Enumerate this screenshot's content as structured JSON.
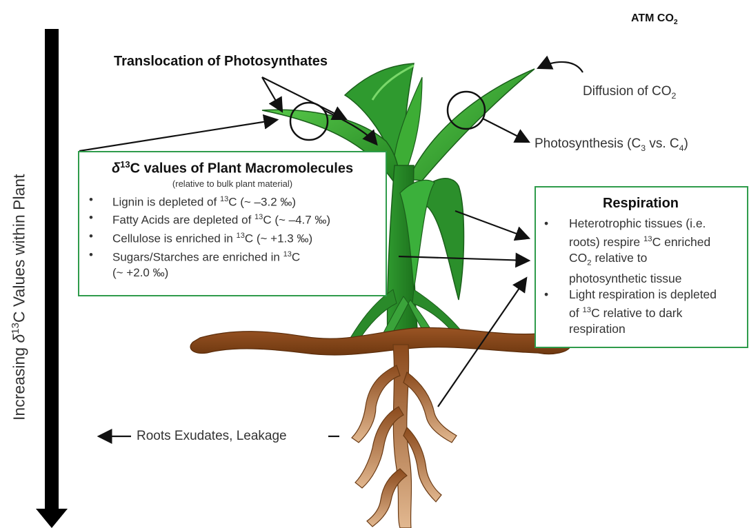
{
  "header": {
    "atm": "ATM CO",
    "atm_sub": "2",
    "translocation": "Translocation of Photosynthates"
  },
  "labels": {
    "diffusion": "Diffusion of CO",
    "diffusion_sub": "2",
    "photosynthesis": "Photosynthesis (C",
    "photo_sub1": "3",
    "photo_mid": " vs. C",
    "photo_sub2": "4",
    "photo_end": ")",
    "roots": "Roots Exudates, Leakage"
  },
  "axis": {
    "prefix": "Increasing ",
    "delta": "δ",
    "sup": "13",
    "suffix": "C Values within Plant"
  },
  "macro_box": {
    "title_delta": "δ",
    "title_sup": "13",
    "title_rest": "C values of Plant Macromolecules",
    "subtitle": "(relative to bulk plant material)",
    "bullet": "•",
    "items": [
      {
        "pre": "Lignin is depleted of ",
        "sup": "13",
        "post": "C (~ –3.2 ‰)"
      },
      {
        "pre": "Fatty Acids are depleted of ",
        "sup": "13",
        "post": "C (~ –4.7 ‰)"
      },
      {
        "pre": "Cellulose is enriched in ",
        "sup": "13",
        "post": "C (~ +1.3 ‰)"
      },
      {
        "pre": "Sugars/Starches are enriched in ",
        "sup": "13",
        "post": "C",
        "line2": "(~ +2.0 ‰)"
      }
    ]
  },
  "resp_box": {
    "title": "Respiration",
    "bullet": "•",
    "items": [
      {
        "l1": "Heterotrophic tissues (i.e.",
        "l2a": "roots) respire ",
        "l2sup": "13",
        "l2b": "C enriched",
        "l3a": "CO",
        "l3sub": "2",
        "l3b": " relative to",
        "l4": "photosynthetic tissue"
      },
      {
        "l1": "Light respiration is depleted",
        "l2a": "of ",
        "l2sup": "13",
        "l2b": "C relative to dark",
        "l3": "respiration"
      }
    ]
  },
  "colors": {
    "box_border": "#2e9b4a",
    "leaf_dark": "#1e7d1e",
    "leaf_light": "#4cbf3a",
    "root_brown": "#8b4a1c",
    "root_light": "#d7a77a"
  }
}
